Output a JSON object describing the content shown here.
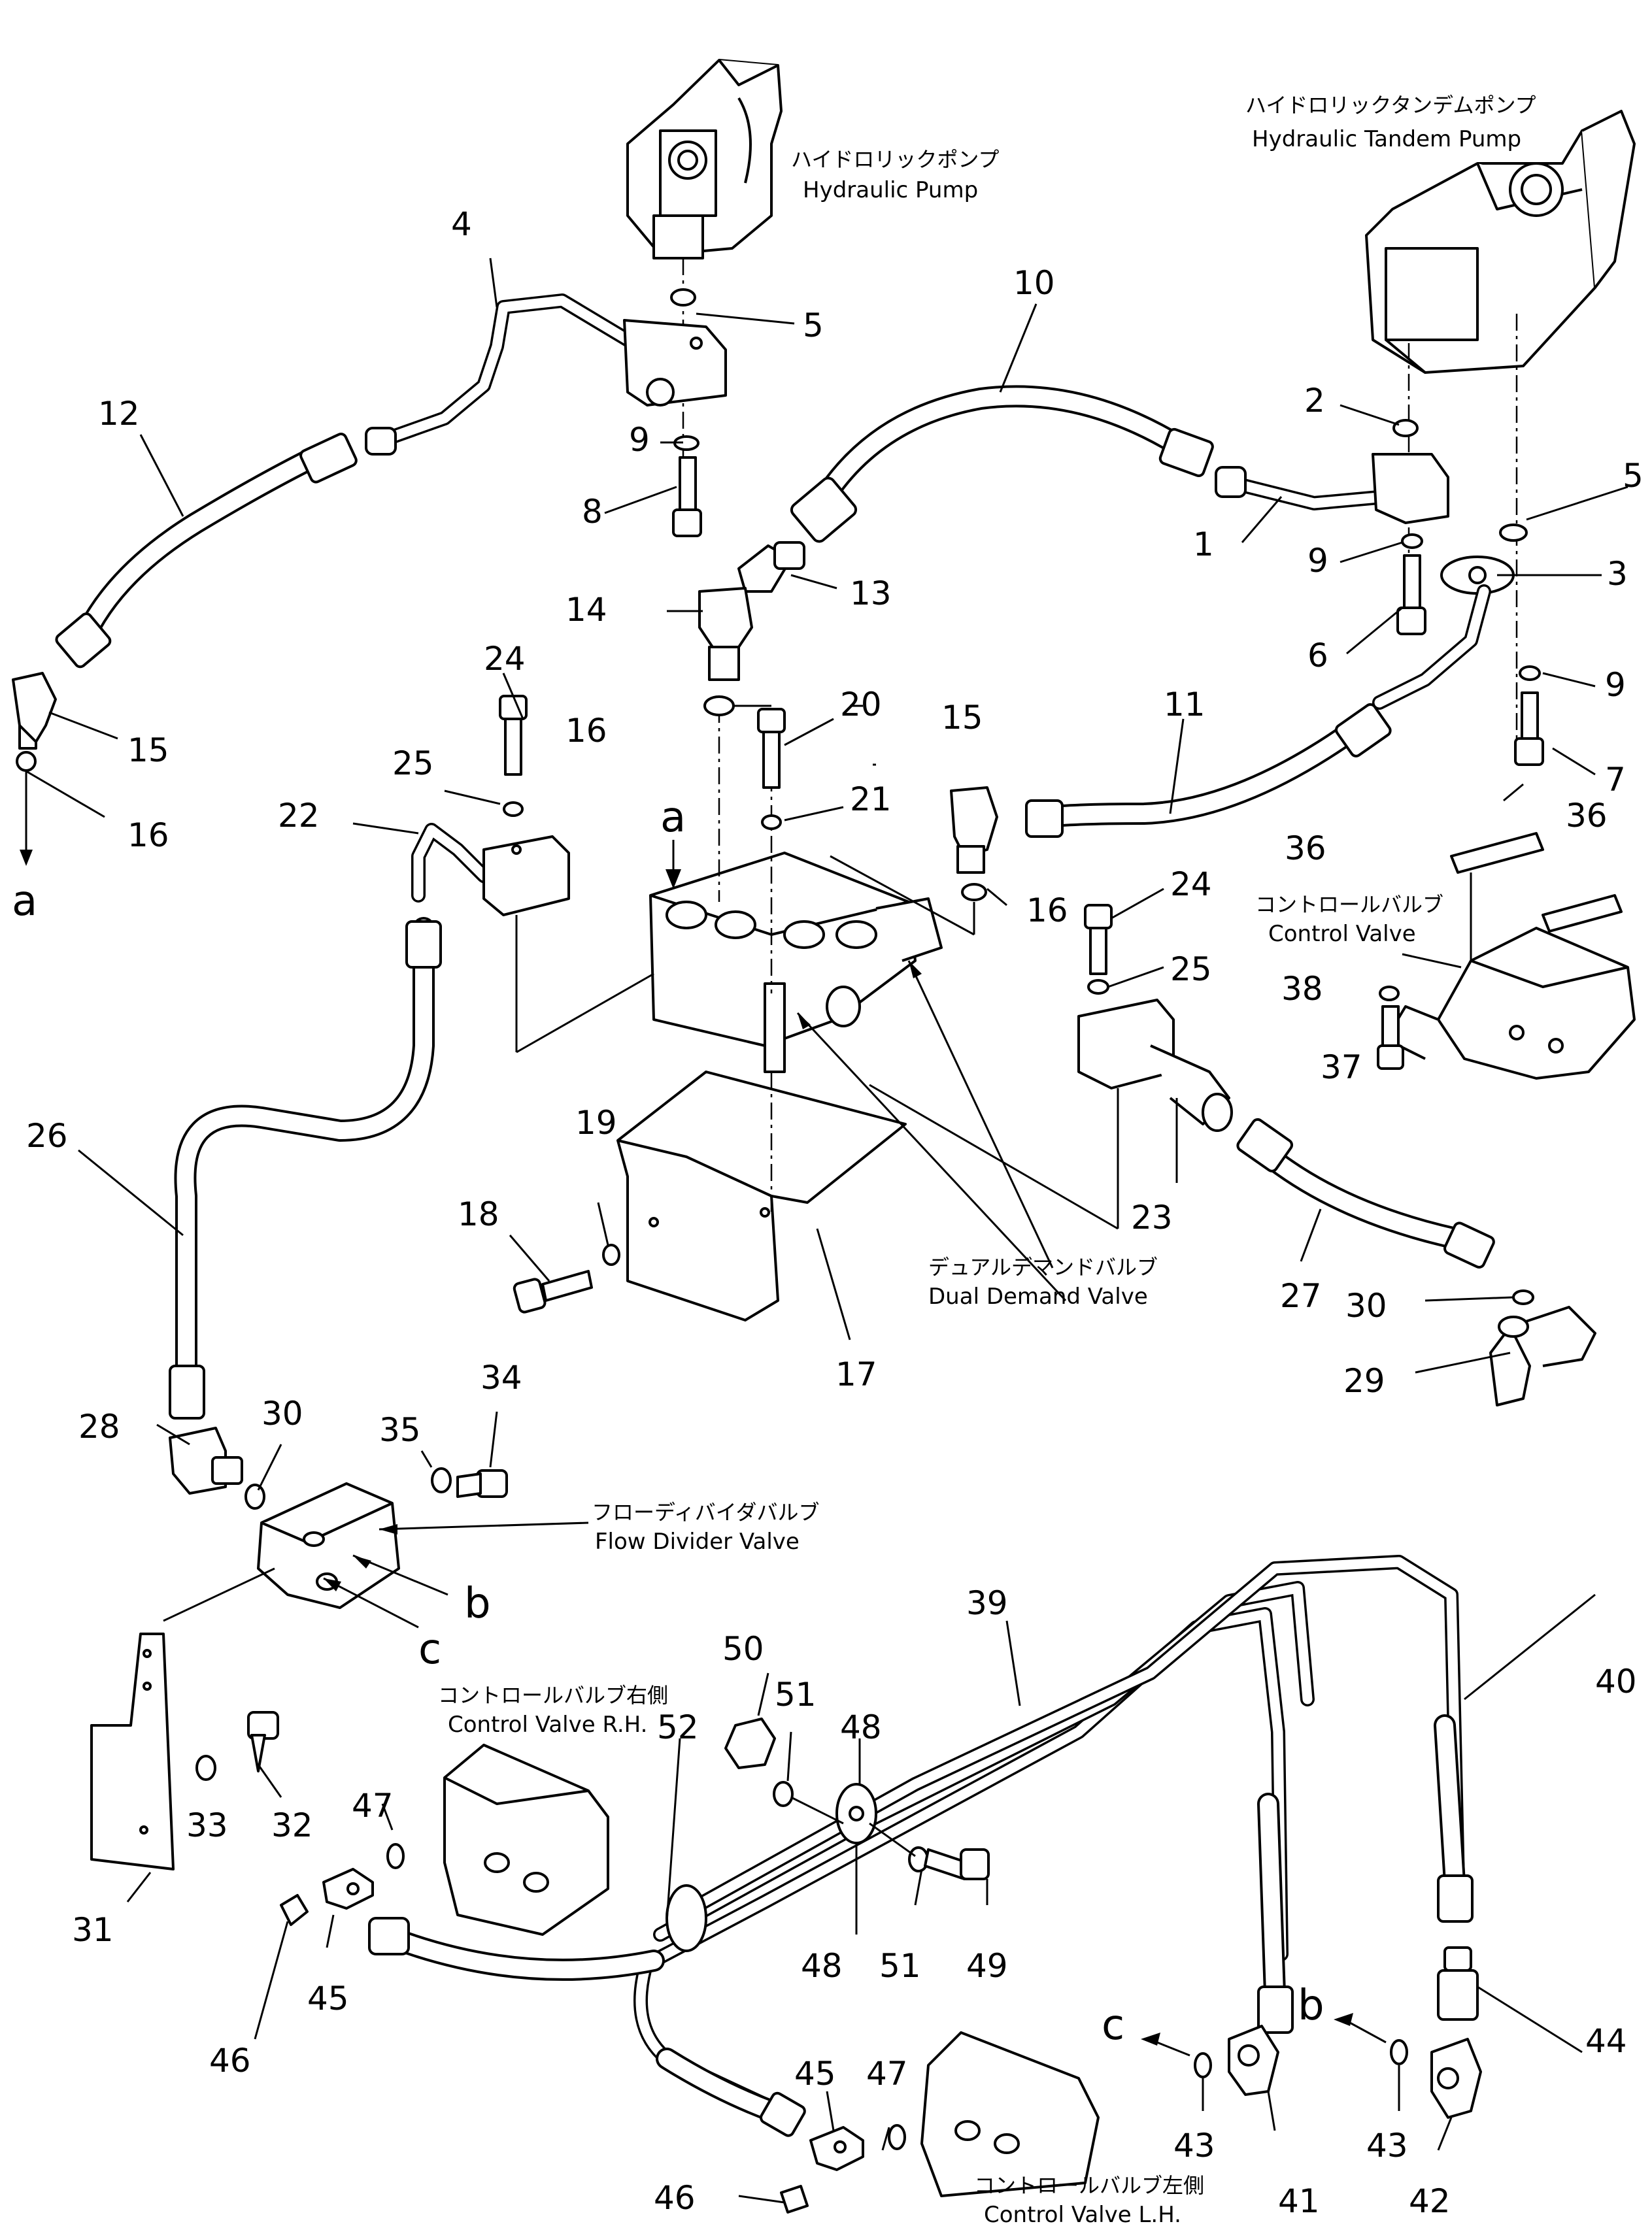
{
  "labels": {
    "hydraulic_pump": {
      "jp": "ハイドロリックポンプ",
      "en": "Hydraulic Pump"
    },
    "tandem_pump": {
      "jp": "ハイドロリックタンデムポンプ",
      "en": "Hydraulic Tandem Pump"
    },
    "control_valve": {
      "jp": "コントロールバルブ",
      "en": "Control Valve"
    },
    "dual_demand_valve": {
      "jp": "デュアルデマンドバルブ",
      "en": "Dual Demand Valve"
    },
    "flow_divider_valve": {
      "jp": "フローディバイダバルブ",
      "en": "Flow Divider Valve"
    },
    "control_valve_rh": {
      "jp": "コントロールバルブ右側",
      "en": "Control Valve R.H."
    },
    "control_valve_lh": {
      "jp": "コントロールバルブ左側",
      "en": "Control Valve L.H."
    }
  },
  "refs": {
    "a1": "a",
    "a2": "a",
    "b1": "b",
    "b2": "b",
    "c1": "c",
    "c2": "c"
  },
  "parts": {
    "p1": "1",
    "p2": "2",
    "p3": "3",
    "p4": "4",
    "p5a": "5",
    "p5b": "5",
    "p6": "6",
    "p7": "7",
    "p8": "8",
    "p9a": "9",
    "p9b": "9",
    "p9c": "9",
    "p10": "10",
    "p11": "11",
    "p12": "12",
    "p13": "13",
    "p14": "14",
    "p15a": "15",
    "p15b": "15",
    "p16a": "16",
    "p16b": "16",
    "p16c": "16",
    "p17": "17",
    "p18": "18",
    "p19": "19",
    "p20": "20",
    "p21": "21",
    "p22": "22",
    "p23": "23",
    "p24a": "24",
    "p24b": "24",
    "p25a": "25",
    "p25b": "25",
    "p26": "26",
    "p27": "27",
    "p28": "28",
    "p29": "29",
    "p30a": "30",
    "p30b": "30",
    "p31": "31",
    "p32": "32",
    "p33": "33",
    "p34": "34",
    "p35": "35",
    "p36a": "36",
    "p36b": "36",
    "p37": "37",
    "p38": "38",
    "p39": "39",
    "p40": "40",
    "p41": "41",
    "p42": "42",
    "p43a": "43",
    "p43b": "43",
    "p44": "44",
    "p45a": "45",
    "p45b": "45",
    "p46a": "46",
    "p46b": "46",
    "p47a": "47",
    "p47b": "47",
    "p48a": "48",
    "p48b": "48",
    "p49": "49",
    "p50": "50",
    "p51a": "51",
    "p51b": "51",
    "p52": "52"
  }
}
